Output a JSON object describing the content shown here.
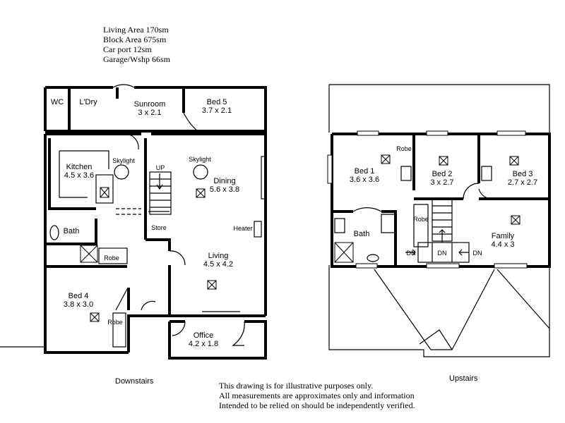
{
  "summary": {
    "living_area": "Living Area 170sm",
    "block_area": "Block Area 675sm",
    "car_port": "Car port 12sm",
    "garage": "Garage/Wshp 66sm"
  },
  "captions": {
    "downstairs": "Downstairs",
    "upstairs": "Upstairs"
  },
  "disclaimer": {
    "line1": "This drawing is for illustrative purposes only.",
    "line2": "All measurements are approximates only and information",
    "line3": "Intended to be relied on should be independently verified."
  },
  "downstairs": {
    "wc": "WC",
    "laundry": "L'Dry",
    "sunroom": "Sunroom",
    "sunroom_size": "3 x 2.1",
    "bed5": "Bed 5",
    "bed5_size": "3.7 x 2.1",
    "kitchen": "Kitchen",
    "kitchen_size": "4.5 x 3.6",
    "skylight_kitchen": "Skylight",
    "up": "UP",
    "skylight_dining": "Skylight",
    "dining": "Dining",
    "dining_size": "5.6 x 3.8",
    "bath": "Bath",
    "store": "Store",
    "heater": "Heater",
    "robe": "Robe",
    "living": "Living",
    "living_size": "4.5 x 4.2",
    "bed4": "Bed 4",
    "bed4_size": "3.8 x 3.0",
    "bed4_robe": "Robe",
    "office": "Office",
    "office_size": "4.2 x 1.8"
  },
  "upstairs": {
    "bed1": "Bed 1",
    "bed1_size": "3.6 x 3.6",
    "robe_top": "Robe",
    "bed2": "Bed 2",
    "bed2_size": "3 x 2.7",
    "bed3": "Bed 3",
    "bed3_size": "2.7 x 2.7",
    "robe_mid": "Robe",
    "bath": "Bath",
    "family": "Family",
    "family_size": "4.4 x 3",
    "dn_left": "DN",
    "dn_center": "DN",
    "dn_right": "DN"
  }
}
